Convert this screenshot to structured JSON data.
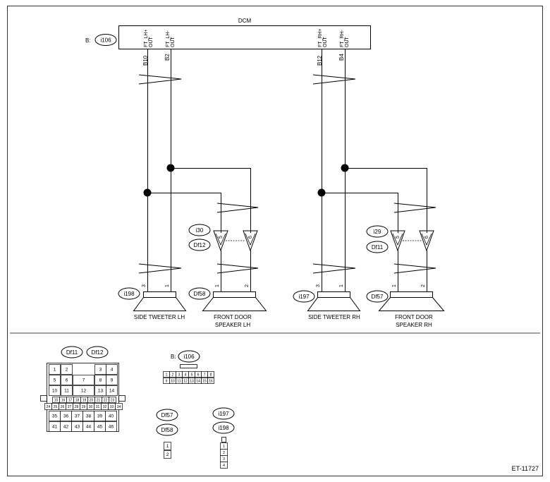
{
  "module": {
    "name": "DCM",
    "connector_prefix": "B:",
    "connector_id": "i106"
  },
  "dcm_terminals": [
    {
      "name": "FT_LH+ OUT",
      "line1": "FT_LH+",
      "line2": "OUT",
      "pin": "B10"
    },
    {
      "name": "FT_LH- OUT",
      "line1": "FT_LH-",
      "line2": "OUT",
      "pin": "B2"
    },
    {
      "name": "FT_RH+ OUT",
      "line1": "FT_RH+",
      "line2": "OUT",
      "pin": "B12"
    },
    {
      "name": "FT_RH- OUT",
      "line1": "FT_RH-",
      "line2": "OUT",
      "pin": "B4"
    }
  ],
  "left_side": {
    "joint_connectors": [
      "i30",
      "Df12"
    ],
    "joint_pins": [
      "5",
      "6"
    ],
    "tweeter": {
      "connector": "i198",
      "pins": [
        "3",
        "1"
      ],
      "label": "SIDE TWEETER LH"
    },
    "speaker": {
      "connector": "Df58",
      "pins": [
        "1",
        "2"
      ],
      "label_line1": "FRONT DOOR",
      "label_line2": "SPEAKER LH"
    }
  },
  "right_side": {
    "joint_connectors": [
      "i29",
      "Df11"
    ],
    "joint_pins": [
      "5",
      "6"
    ],
    "tweeter": {
      "connector": "i197",
      "pins": [
        "3",
        "1"
      ],
      "label": "SIDE TWEETER RH"
    },
    "speaker": {
      "connector": "Df57",
      "pins": [
        "1",
        "2"
      ],
      "label_line1": "FRONT DOOR",
      "label_line2": "SPEAKER RH"
    }
  },
  "connector_views": {
    "df_multi": {
      "ids": [
        "Df11",
        "Df12"
      ],
      "rows": [
        [
          "1",
          "2",
          "3",
          "4"
        ],
        [
          "5",
          "6",
          "7",
          "8",
          "9"
        ],
        [
          "10",
          "11",
          "12",
          "13",
          "14"
        ],
        [
          "15",
          "16",
          "17",
          "18",
          "19",
          "20",
          "21",
          "22",
          "23"
        ],
        [
          "24",
          "25",
          "26",
          "27",
          "28",
          "29",
          "30",
          "31",
          "32",
          "33",
          "34"
        ],
        [
          "35",
          "36",
          "37",
          "38",
          "39",
          "40"
        ],
        [
          "41",
          "42",
          "43",
          "44",
          "45",
          "46"
        ]
      ]
    },
    "b_connector": {
      "prefix": "B:",
      "id": "i106",
      "row1": [
        "1",
        "2",
        "3",
        "4",
        "5",
        "6",
        "7",
        "8"
      ],
      "row2": [
        "9",
        "10",
        "11",
        "12",
        "13",
        "14",
        "15",
        "16"
      ]
    },
    "speaker_connector": {
      "ids": [
        "Df57",
        "Df58"
      ],
      "pins": [
        "1",
        "2"
      ]
    },
    "tweeter_connector": {
      "ids": [
        "i197",
        "i198"
      ],
      "pins": [
        "1",
        "2",
        "3",
        "4"
      ]
    }
  },
  "figure_code": "ET-11727"
}
